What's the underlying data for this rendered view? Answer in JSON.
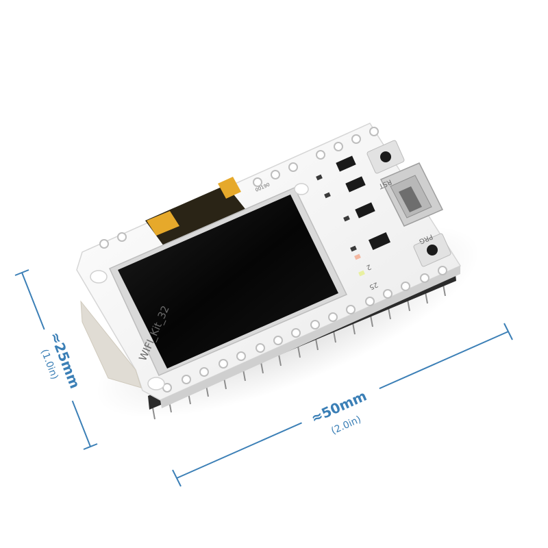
{
  "board": {
    "name_silk": "WIFI_Kit_32",
    "rst_label": "RST",
    "prg_label": "PRG",
    "pin_label_25": "25",
    "pin_label_2": "2",
    "version_label": "00190"
  },
  "dimensions": {
    "length": {
      "metric": "≈50mm",
      "imperial": "(2.0in)"
    },
    "width": {
      "metric": "≈25mm",
      "imperial": "(1.0in)"
    }
  },
  "colors": {
    "dimension_line": "#3b7fb6",
    "pcb": "#f4f4f4",
    "screen": "#0b0b0b"
  }
}
